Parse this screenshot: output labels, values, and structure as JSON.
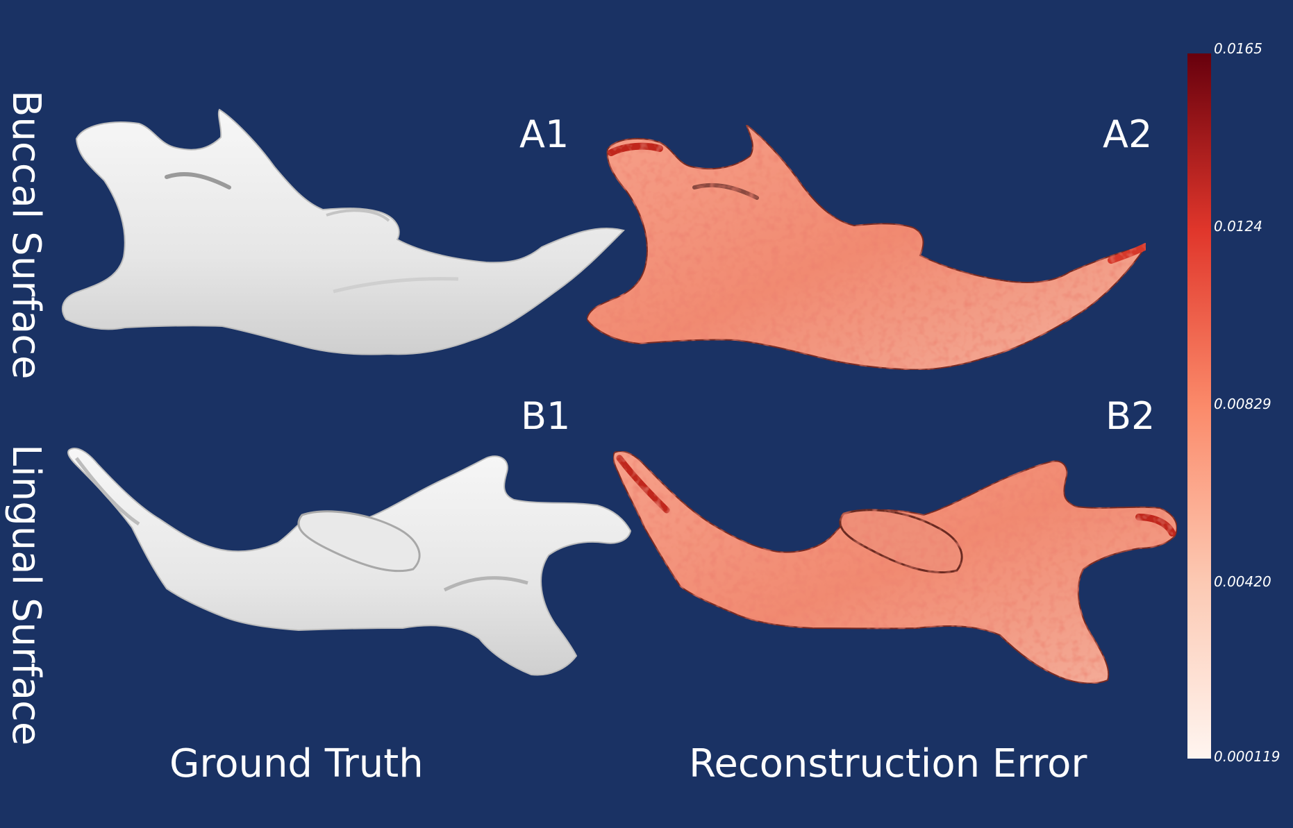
{
  "row_labels": {
    "top": "Buccal Surface",
    "bottom": "Lingual Surface"
  },
  "panels": [
    {
      "id": "A1",
      "label": "A1",
      "surface": "buccal",
      "kind": "ground_truth"
    },
    {
      "id": "A2",
      "label": "A2",
      "surface": "buccal",
      "kind": "reconstruction_error"
    },
    {
      "id": "B1",
      "label": "B1",
      "surface": "lingual",
      "kind": "ground_truth"
    },
    {
      "id": "B2",
      "label": "B2",
      "surface": "lingual",
      "kind": "reconstruction_error"
    }
  ],
  "column_labels": {
    "left": "Ground Truth",
    "right": "Reconstruction Error"
  },
  "colorbar": {
    "ticks": [
      "0.0165",
      "0.0124",
      "0.00829",
      "0.00420",
      "0.000119"
    ],
    "colors": {
      "high": "#67000d",
      "mid_high": "#cb181d",
      "mid": "#f6553c",
      "mid_low": "#fcbba1",
      "low": "#fff5f0"
    }
  },
  "colors": {
    "background": "#1a3264",
    "bone": "#ececec",
    "bone_shade": "#c9c9c9",
    "error_base": "#f08a72",
    "error_hot": "#d6392a"
  }
}
